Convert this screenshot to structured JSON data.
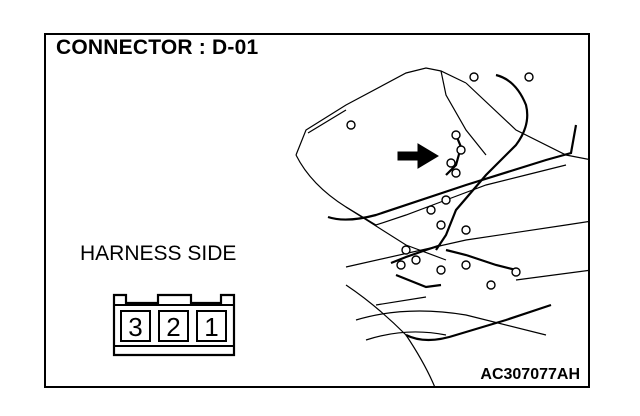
{
  "diagram": {
    "title": "CONNECTOR : D-01",
    "harness_side_label": "HARNESS SIDE",
    "part_code": "AC307077AH",
    "connector_pins": [
      "3",
      "2",
      "1"
    ]
  }
}
